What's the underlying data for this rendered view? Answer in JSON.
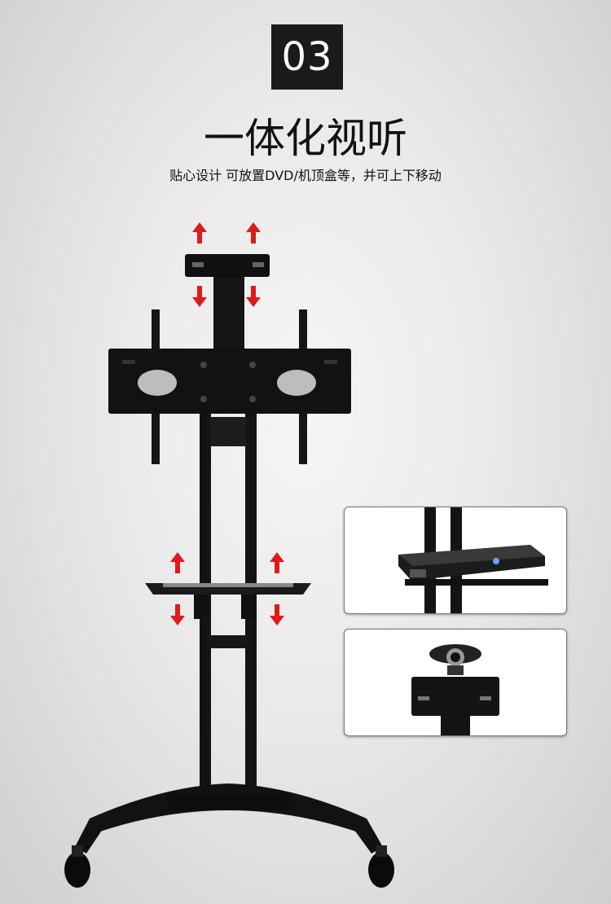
{
  "badge": "03",
  "headline": "一体化视听",
  "subline": "贴心设计 可放置DVD/机顶盒等，并可上下移动",
  "colors": {
    "badge_bg": "#1b1b1b",
    "arrow": "#e0191d",
    "metal": "#111111"
  },
  "icons": [
    "arrow-up-icon",
    "arrow-down-icon"
  ]
}
